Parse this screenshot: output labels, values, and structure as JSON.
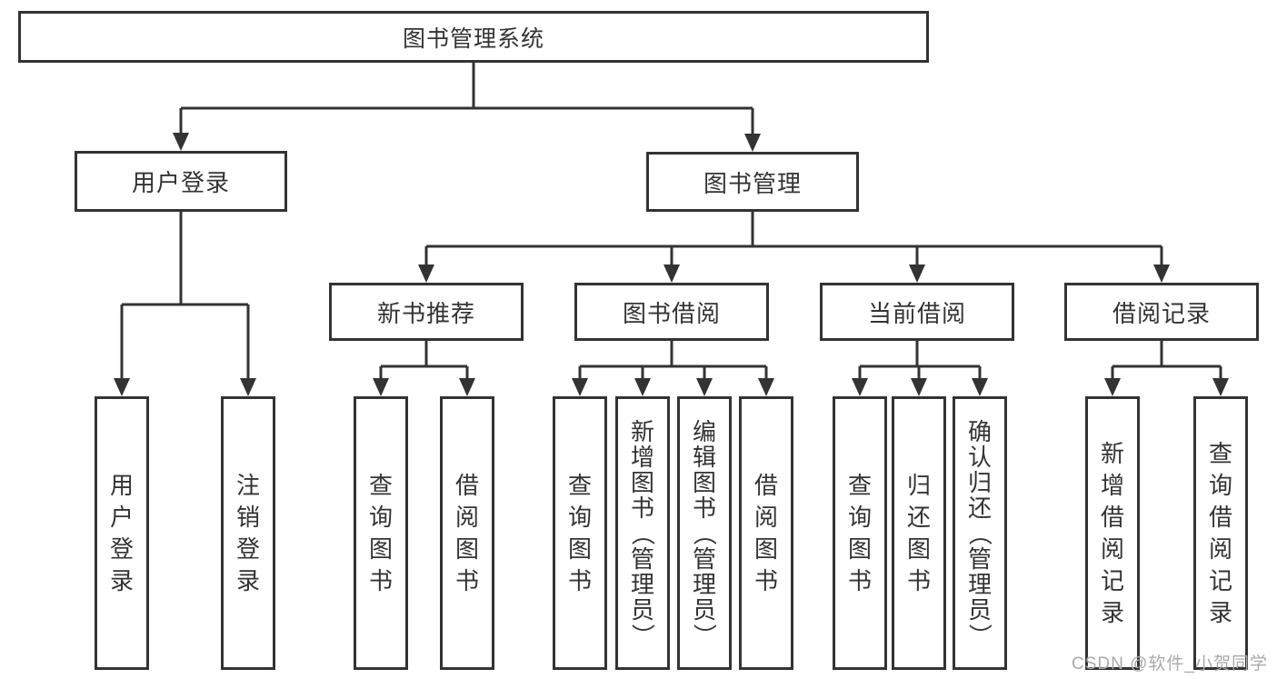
{
  "diagram": {
    "title": "图书管理系统",
    "level2": {
      "user_login": "用户登录",
      "book_mgmt": "图书管理"
    },
    "level3": {
      "new_books": "新书推荐",
      "borrowing": "图书借阅",
      "current": "当前借阅",
      "records": "借阅记录"
    },
    "leaves": {
      "login": "用户登录",
      "logout": "注销登录",
      "nb_search": "查询图书",
      "nb_borrow": "借阅图书",
      "bw_search": "查询图书",
      "bw_add": "新增图书（管理员）",
      "bw_edit": "编辑图书（管理员）",
      "bw_borrow": "借阅图书",
      "cur_search": "查询图书",
      "cur_return": "归还图书",
      "cur_confirm": "确认归还（管理员）",
      "rec_add": "新增借阅记录",
      "rec_search": "查询借阅记录"
    }
  },
  "colors": {
    "line": "#333333",
    "text": "#333333",
    "box_background": "#ffffff",
    "watermark": "#a9a9a9"
  },
  "watermark": "CSDN @软件_小贺同学"
}
